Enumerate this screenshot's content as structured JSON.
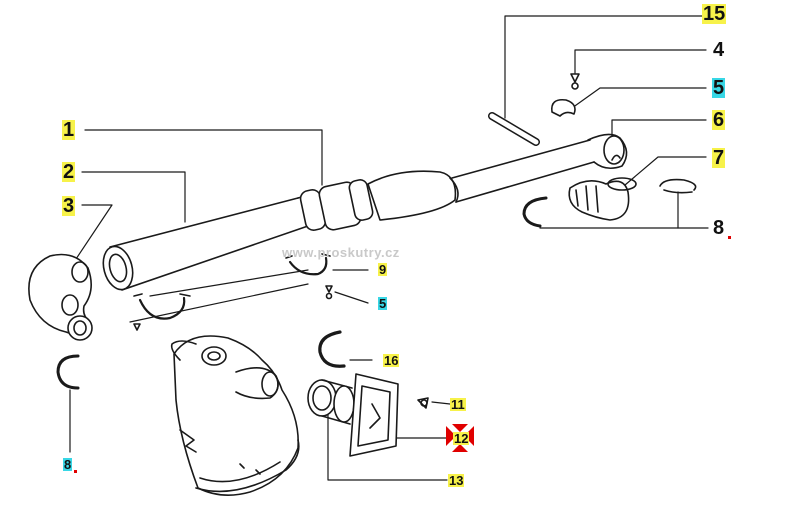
{
  "watermark": "www.proskutry.cz",
  "colors": {
    "highlight_yellow": "#f7f24a",
    "highlight_cyan": "#38d7e6",
    "marker_red": "#e00000",
    "line": "#1a1a1a"
  },
  "callouts": {
    "c1": "1",
    "c2": "2",
    "c3": "3",
    "c4": "4",
    "c5a": "5",
    "c5b": "5",
    "c6": "6",
    "c7": "7",
    "c8a": "8",
    "c8b": "8",
    "c9": "9",
    "c11": "11",
    "c12": "12",
    "c13": "13",
    "c15": "15",
    "c16": "16"
  }
}
